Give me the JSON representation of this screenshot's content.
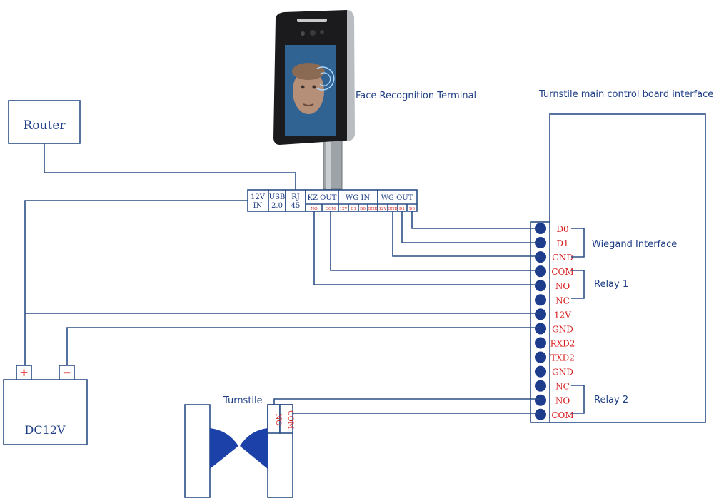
{
  "labels": {
    "terminal_title": "Face Recognition Terminal",
    "board_title": "Turnstile main control board interface",
    "router": "Router",
    "dc12v": "DC12V",
    "battery_plus": "+",
    "battery_minus": "−",
    "turnstile": "Turnstile",
    "turnstile_no": "NO",
    "turnstile_com": "COM"
  },
  "port_headers": {
    "p12v_a": "12V",
    "p12v_b": "IN",
    "usb_a": "USB",
    "usb_b": "2.0",
    "rj_a": "RJ",
    "rj_b": "45",
    "kz_out": "KZ OUT",
    "wg_in": "WG IN",
    "wg_out": "WG OUT"
  },
  "port_pins": {
    "kz_no": "NO",
    "kz_com": "COM",
    "wgin_12v": "12V",
    "wgin_d1": "D1",
    "wgin_d0": "D0",
    "wgin_gnd": "GND",
    "wgout_12v": "12V",
    "wgout_gnd": "GND",
    "wgout_d1": "D1",
    "wgout_d0": "D0"
  },
  "board_pins": [
    "D0",
    "D1",
    "GND",
    "COM",
    "NO",
    "NC",
    "12V",
    "GND",
    "RXD2",
    "TXD2",
    "GND",
    "NC",
    "NO",
    "COM"
  ],
  "groups": {
    "wiegand": "Wiegand Interface",
    "relay1": "Relay 1",
    "relay2": "Relay 2"
  },
  "colors": {
    "wire": "#2b4f86",
    "pin_text": "#d81e1e",
    "label_text": "#1f3f85",
    "terminal_dot": "#1e3c8c"
  }
}
